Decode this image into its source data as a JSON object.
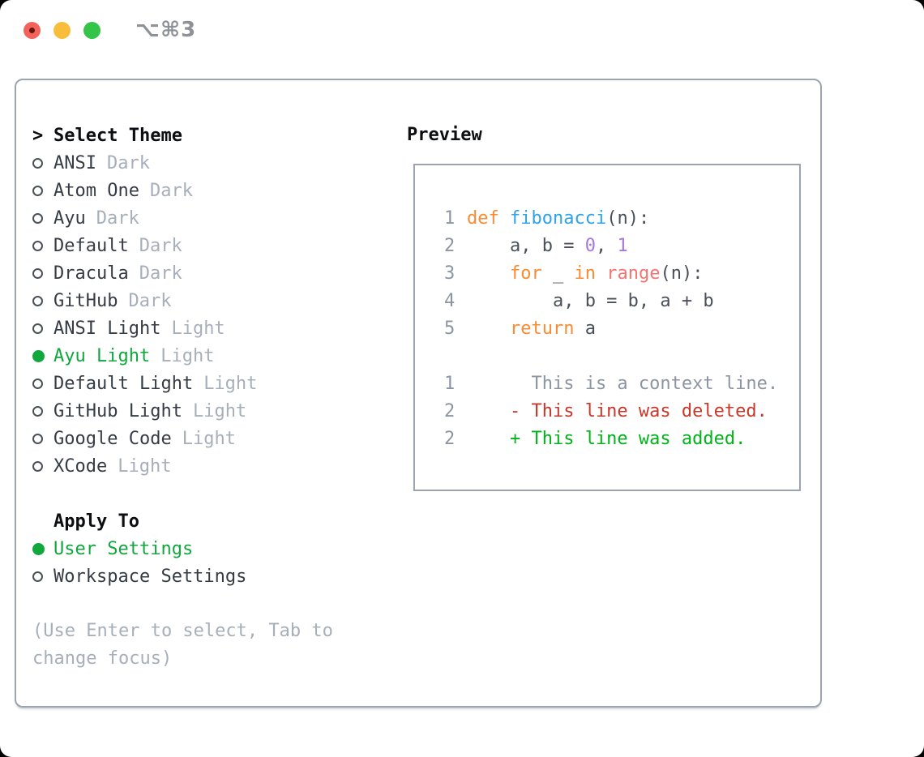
{
  "window": {
    "title": "⌥⌘3",
    "traffic_lights": [
      "close",
      "minimize",
      "zoom"
    ]
  },
  "theme_picker": {
    "header_marker": ">",
    "header": "Select Theme",
    "items": [
      {
        "label": "ANSI",
        "badge": "Dark",
        "selected": false
      },
      {
        "label": "Atom One",
        "badge": "Dark",
        "selected": false
      },
      {
        "label": "Ayu",
        "badge": "Dark",
        "selected": false
      },
      {
        "label": "Default",
        "badge": "Dark",
        "selected": false
      },
      {
        "label": "Dracula",
        "badge": "Dark",
        "selected": false
      },
      {
        "label": "GitHub",
        "badge": "Dark",
        "selected": false
      },
      {
        "label": "ANSI Light",
        "badge": "Light",
        "selected": false
      },
      {
        "label": "Ayu Light",
        "badge": "Light",
        "selected": true
      },
      {
        "label": "Default Light",
        "badge": "Light",
        "selected": false
      },
      {
        "label": "GitHub Light",
        "badge": "Light",
        "selected": false
      },
      {
        "label": "Google Code",
        "badge": "Light",
        "selected": false
      },
      {
        "label": "XCode",
        "badge": "Light",
        "selected": false
      }
    ],
    "apply_to": {
      "header": "Apply To",
      "options": [
        {
          "label": "User Settings",
          "selected": true
        },
        {
          "label": "Workspace Settings",
          "selected": false
        }
      ]
    },
    "hint": "(Use Enter to select, Tab to\nchange focus)"
  },
  "preview": {
    "title": "Preview",
    "lines": [
      {
        "num": "1",
        "segments": [
          {
            "t": "def",
            "c": "kw"
          },
          {
            "t": " ",
            "c": "fg"
          },
          {
            "t": "fibonacci",
            "c": "fn"
          },
          {
            "t": "(n):",
            "c": "fg"
          }
        ]
      },
      {
        "num": "2",
        "segments": [
          {
            "t": "    a, b = ",
            "c": "fg"
          },
          {
            "t": "0",
            "c": "num"
          },
          {
            "t": ", ",
            "c": "fg"
          },
          {
            "t": "1",
            "c": "num"
          }
        ]
      },
      {
        "num": "3",
        "segments": [
          {
            "t": "    ",
            "c": "fg"
          },
          {
            "t": "for",
            "c": "kw"
          },
          {
            "t": " _ ",
            "c": "fg"
          },
          {
            "t": "in",
            "c": "kw"
          },
          {
            "t": " ",
            "c": "fg"
          },
          {
            "t": "range",
            "c": "call"
          },
          {
            "t": "(n):",
            "c": "fg"
          }
        ]
      },
      {
        "num": "4",
        "segments": [
          {
            "t": "        a, b = b, a + b",
            "c": "fg"
          }
        ]
      },
      {
        "num": "5",
        "segments": [
          {
            "t": "    ",
            "c": "fg"
          },
          {
            "t": "return",
            "c": "kw"
          },
          {
            "t": " a",
            "c": "fg"
          }
        ]
      },
      {
        "num": "",
        "segments": []
      },
      {
        "num": "1",
        "segments": [
          {
            "t": "      This is a context line.",
            "c": "ctx"
          }
        ]
      },
      {
        "num": "2",
        "segments": [
          {
            "t": "    - This line was deleted.",
            "c": "del"
          }
        ]
      },
      {
        "num": "2",
        "segments": [
          {
            "t": "    + This line was added.",
            "c": "add"
          }
        ]
      }
    ]
  },
  "colors": {
    "accent_green": "#10a83c",
    "keyword_orange": "#f98c33",
    "function_blue": "#2fa2e8",
    "call_coral": "#f27571",
    "number_purple": "#a678dd",
    "deleted_red": "#c8382a",
    "added_green": "#00b319",
    "muted_gray": "#a7afbb",
    "panel_border": "#9ba4af",
    "traffic_red": "#f4635b",
    "traffic_yellow": "#f8bd3b",
    "traffic_green": "#34c448"
  }
}
